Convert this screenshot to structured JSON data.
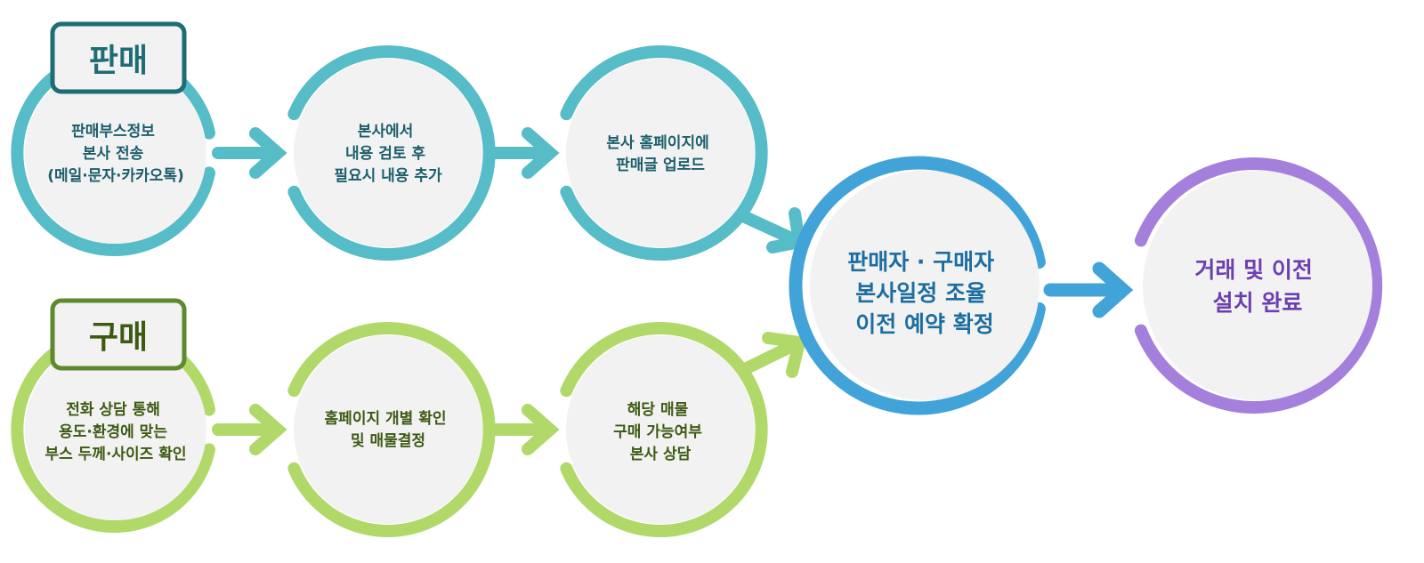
{
  "colors": {
    "sell": "#56bcc7",
    "buy": "#b1d96a",
    "center": "#41a3d8",
    "final": "#a57fdc",
    "circle_fill": "#f2f2f2",
    "sell_text": "#1b5e6b",
    "buy_text": "#3d5a12",
    "center_text": "#1c6ea0",
    "final_text": "#6b3fb0",
    "sell_badge_border": "#1e6c74",
    "buy_badge_border": "#5e8a2e"
  },
  "badges": {
    "sell": "판매",
    "buy": "구매"
  },
  "nodes": {
    "sell_1": [
      "판매부스정보",
      "본사 전송",
      "(메일·문자·카카오톡)"
    ],
    "sell_2": [
      "본사에서",
      "내용 검토 후",
      "필요시 내용 추가"
    ],
    "sell_3": [
      "본사 홈페이지에",
      "판매글 업로드"
    ],
    "buy_1": [
      "전화 상담 통해",
      "용도·환경에 맞는",
      "부스 두께·사이즈 확인"
    ],
    "buy_2": [
      "홈페이지 개별 확인",
      "및 매물결정"
    ],
    "buy_3": [
      "해당 매물",
      "구매 가능여부",
      "본사 상담"
    ],
    "center": [
      "판매자 · 구매자",
      "본사일정 조율",
      "이전 예약 확정"
    ],
    "final": [
      "거래 및 이전",
      "설치 완료"
    ]
  }
}
